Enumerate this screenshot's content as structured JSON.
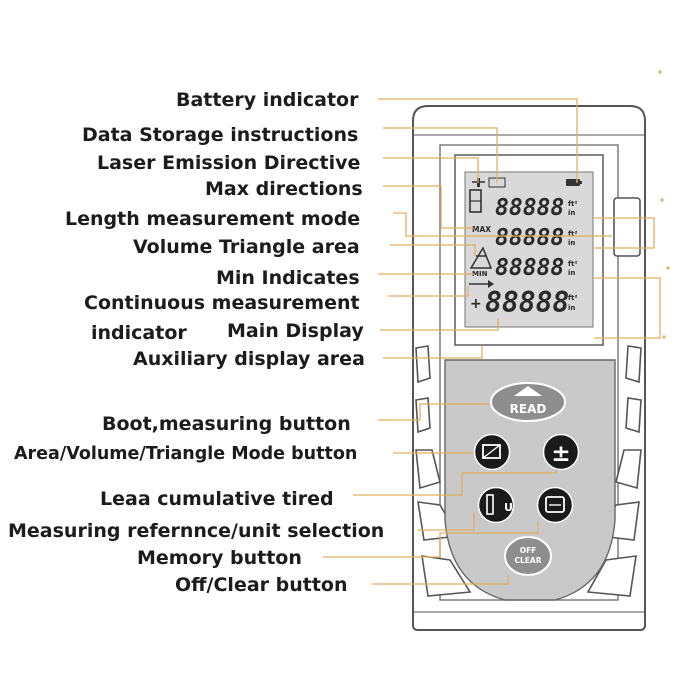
{
  "labels": {
    "battery_indicator": "Battery indicator",
    "data_storage": "Data Storage instructions",
    "laser_emission": "Laser Emission Directive",
    "max_directions": "Max directions",
    "length_mode": "Length measurement mode",
    "volume_triangle": "Volume Triangle area",
    "min_indicates": "Min Indicates",
    "continuous_line1": "Continuous measurement",
    "continuous_line2": "indicator",
    "main_display": "Main Display",
    "auxiliary_display": "Auxiliary display area",
    "boot_button": "Boot,measuring button",
    "area_mode_button": "Area/Volume/Triangle Mode button",
    "cumulative": "Leaa cumulative tired",
    "reference_unit": "Measuring refernnce/unit selection",
    "memory_button": "Memory button",
    "off_clear_button": "Off/Clear button"
  },
  "lcd": {
    "row_digits": "88888",
    "main_digits": "88888",
    "max_tag": "MAX",
    "min_tag": "MIN",
    "unit_top": "ft²",
    "unit_bottom": "in",
    "plus_sign": "+"
  },
  "buttons": {
    "read_label": "READ",
    "off_label": "OFF",
    "clear_label": "CLEAR",
    "plus_minus": "±"
  },
  "colors": {
    "leader": "#e0b060",
    "device_outline": "#555555",
    "lcd_bg": "#d9d9d9",
    "keypad_bg": "#c9c9c9",
    "button": "#1a1a1a"
  }
}
